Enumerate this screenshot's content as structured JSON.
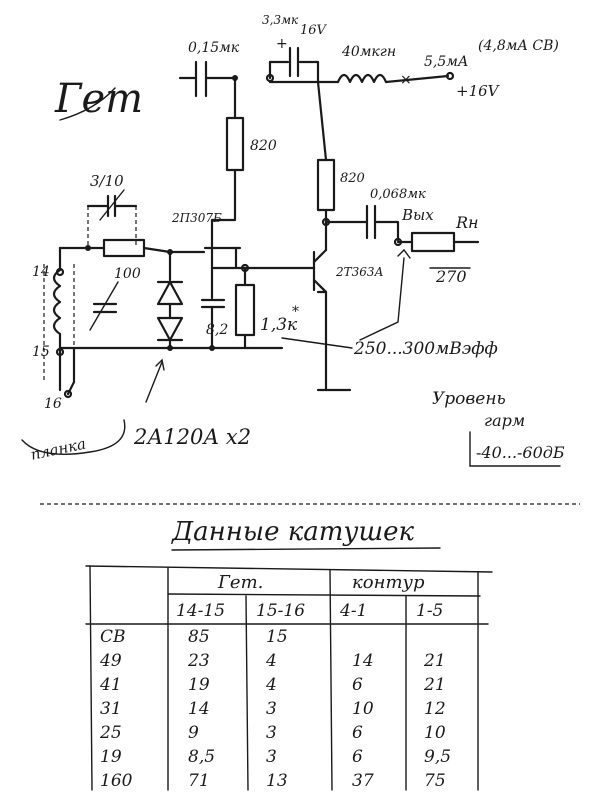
{
  "title": "Гет",
  "schematic": {
    "c_input": "0,15мк",
    "c_decoupling": "3,3мк",
    "c_decoupling_voltage": "16V",
    "inductor": "40мкгн",
    "supply_current": "5,5мА",
    "supply_current_cb": "(4,8мА СВ)",
    "supply_voltage": "+16V",
    "r_top": "820",
    "r_collector": "820",
    "trimmer_cap": "3/10",
    "r_series": "100",
    "transistor_1": "2П307Б",
    "transistor_2": "2Т363А",
    "c_output": "0,068мк",
    "output_label": "Вых",
    "load_label": "Rн",
    "load_value": "270",
    "c_emitter": "8,2",
    "r_emitter": "1,3к",
    "r_emitter_mark": "*",
    "level_value": "250...300мВэфф",
    "level_title": "Уровень",
    "level_harm": "гарм",
    "level_harm_value": "-40...-60дБ",
    "coil_pin_14": "14",
    "coil_pin_15": "15",
    "coil_pin_16": "16",
    "plank_label": "планка",
    "diodes_label": "2А120А х2"
  },
  "table": {
    "title": "Данные катушек",
    "group_1": "Гет.",
    "group_2": "контур",
    "subheaders": [
      "14-15",
      "15-16",
      "4-1",
      "1-5"
    ],
    "rows": [
      {
        "band": "СВ",
        "c1": "85",
        "c2": "15",
        "c3": "",
        "c4": ""
      },
      {
        "band": "49",
        "c1": "23",
        "c2": "4",
        "c3": "14",
        "c4": "21"
      },
      {
        "band": "41",
        "c1": "19",
        "c2": "4",
        "c3": "6",
        "c4": "21"
      },
      {
        "band": "31",
        "c1": "14",
        "c2": "3",
        "c3": "10",
        "c4": "12"
      },
      {
        "band": "25",
        "c1": "9",
        "c2": "3",
        "c3": "6",
        "c4": "10"
      },
      {
        "band": "19",
        "c1": "8,5",
        "c2": "3",
        "c3": "6",
        "c4": "9,5"
      },
      {
        "band": "160",
        "c1": "71",
        "c2": "13",
        "c3": "37",
        "c4": "75"
      }
    ]
  }
}
